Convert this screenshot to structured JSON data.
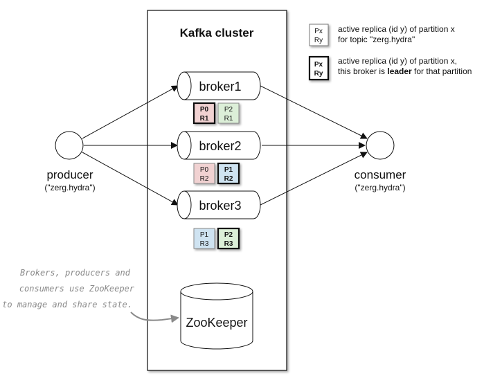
{
  "cluster": {
    "title": "Kafka cluster",
    "brokers": [
      {
        "label": "broker1"
      },
      {
        "label": "broker2"
      },
      {
        "label": "broker3"
      }
    ],
    "zookeeper": "ZooKeeper"
  },
  "producer": {
    "label": "producer",
    "topic": "(\"zerg.hydra\")"
  },
  "consumer": {
    "label": "consumer",
    "topic": "(\"zerg.hydra\")"
  },
  "partitions": [
    {
      "p": "P0",
      "r": "R1",
      "leader": true,
      "color": "#f1d2d2"
    },
    {
      "p": "P2",
      "r": "R1",
      "leader": false,
      "color": "#dcefd8"
    },
    {
      "p": "P0",
      "r": "R2",
      "leader": false,
      "color": "#f1d2d2"
    },
    {
      "p": "P1",
      "r": "R2",
      "leader": true,
      "color": "#cfe3f1"
    },
    {
      "p": "P1",
      "r": "R3",
      "leader": false,
      "color": "#cfe3f1"
    },
    {
      "p": "P2",
      "r": "R3",
      "leader": true,
      "color": "#dcefd8"
    }
  ],
  "legend": {
    "box1": {
      "p": "Px",
      "r": "Ry"
    },
    "text1_line1": "active replica (id y) of partition x",
    "text1_line2": "for topic \"zerg.hydra\"",
    "box2": {
      "p": "Px",
      "r": "Ry"
    },
    "text2_line1": "active replica (id y) of partition x,",
    "text2_line2_pre": "this broker is ",
    "text2_line2_bold": "leader",
    "text2_line2_post": " for that partition"
  },
  "note": {
    "line1": "Brokers, producers and",
    "line2": "consumers use ZooKeeper",
    "line3": "to manage and share state."
  }
}
